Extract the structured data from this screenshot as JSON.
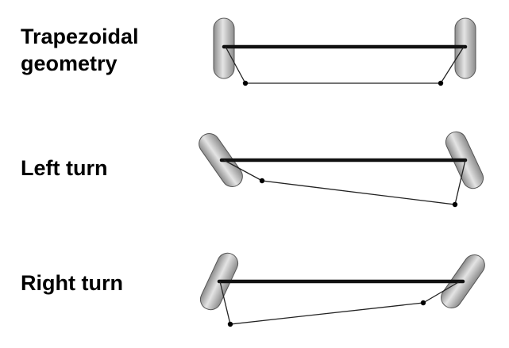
{
  "diagram": {
    "panels": [
      {
        "id": "trapezoidal",
        "label_lines": [
          "Trapezoidal",
          "geometry"
        ]
      },
      {
        "id": "left-turn",
        "label_lines": [
          "Left turn"
        ]
      },
      {
        "id": "right-turn",
        "label_lines": [
          "Right turn"
        ]
      }
    ],
    "colors": {
      "wheel_fill_light": "#e4e4e4",
      "wheel_fill_dark": "#8c8c8c",
      "wheel_stroke": "#555555",
      "axle": "#111111",
      "linkage": "#222222",
      "joint": "#000000"
    }
  }
}
